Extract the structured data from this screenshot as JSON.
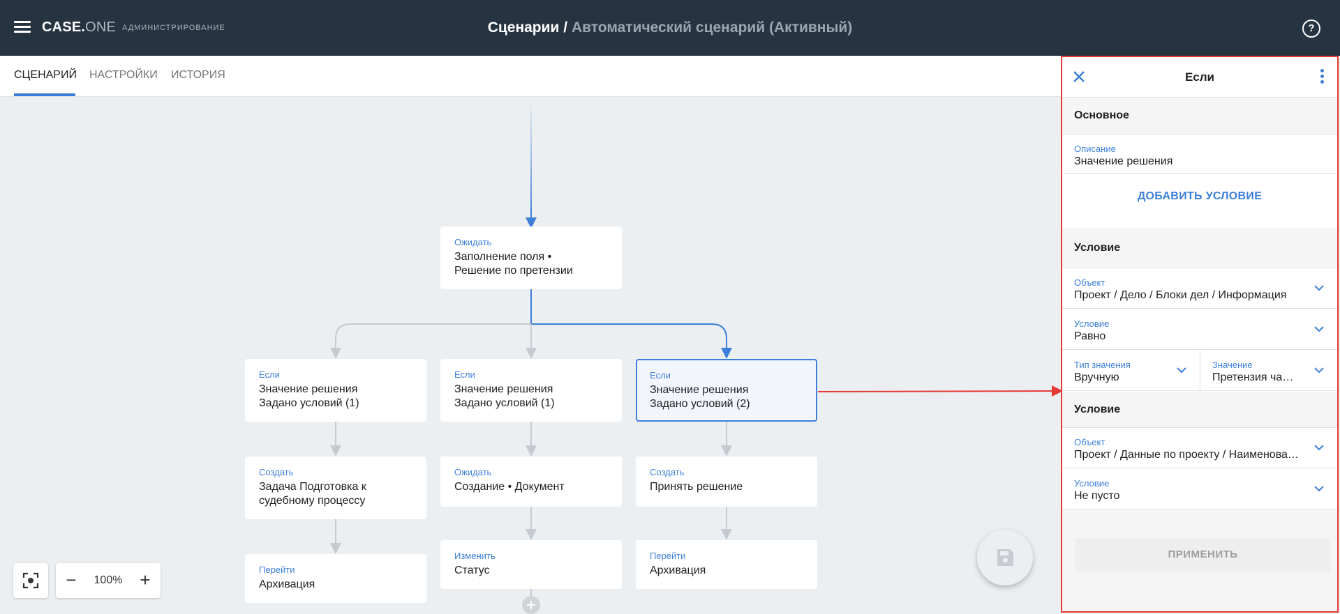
{
  "app": {
    "logo_main": "CASE.",
    "logo_accent": "ONE",
    "section": "АДМИНИСТРИРОВАНИЕ"
  },
  "header": {
    "crumb_root": "Сценарии /",
    "crumb_current": "Автоматический сценарий (Активный)"
  },
  "tabs": [
    {
      "label": "СЦЕНАРИЙ",
      "active": true
    },
    {
      "label": "НАСТРОЙКИ",
      "active": false
    },
    {
      "label": "ИСТОРИЯ",
      "active": false
    }
  ],
  "flow": {
    "wait_root": {
      "kind": "Ожидать",
      "line1": "Заполнение поля •",
      "line2": "Решение по претензии"
    },
    "branches": [
      [
        {
          "kind": "Если",
          "line1": "Значение решения",
          "line2": "Задано условий (1)"
        },
        {
          "kind": "Создать",
          "line1": "Задача Подготовка к",
          "line2": "судебному процессу"
        },
        {
          "kind": "Перейти",
          "line1": "Архивация"
        }
      ],
      [
        {
          "kind": "Если",
          "line1": "Значение решения",
          "line2": "Задано условий (1)"
        },
        {
          "kind": "Ожидать",
          "line1": "Создание • Документ"
        },
        {
          "kind": "Изменить",
          "line1": "Статус"
        }
      ],
      [
        {
          "kind": "Если",
          "line1": "Значение решения",
          "line2": "Задано условий (2)",
          "selected": true
        },
        {
          "kind": "Создать",
          "line1": "Принять решение"
        },
        {
          "kind": "Перейти",
          "line1": "Архивация"
        }
      ]
    ]
  },
  "zoom": {
    "level": "100%",
    "minus": "−",
    "plus": "+"
  },
  "panel": {
    "title": "Если",
    "section_main": "Основное",
    "description": {
      "label": "Описание",
      "value": "Значение решения"
    },
    "add_condition": "ДОБАВИТЬ УСЛОВИЕ",
    "conditions": [
      {
        "header": "Условие",
        "object": {
          "label": "Объект",
          "value": "Проект / Дело / Блоки дел / Информация"
        },
        "condition": {
          "label": "Условие",
          "value": "Равно"
        },
        "value_type": {
          "label": "Тип значения",
          "value": "Вручную"
        },
        "value": {
          "label": "Значение",
          "value": "Претензия частично"
        }
      },
      {
        "header": "Условие",
        "object": {
          "label": "Объект",
          "value": "Проект / Данные по проекту / Наименование"
        },
        "condition": {
          "label": "Условие",
          "value": "Не пусто"
        }
      }
    ],
    "apply": "ПРИМЕНИТЬ"
  },
  "colors": {
    "topbar": "#263341",
    "accent": "#3d7fd8",
    "highlight": "#e53935",
    "canvas": "#eceff1"
  }
}
